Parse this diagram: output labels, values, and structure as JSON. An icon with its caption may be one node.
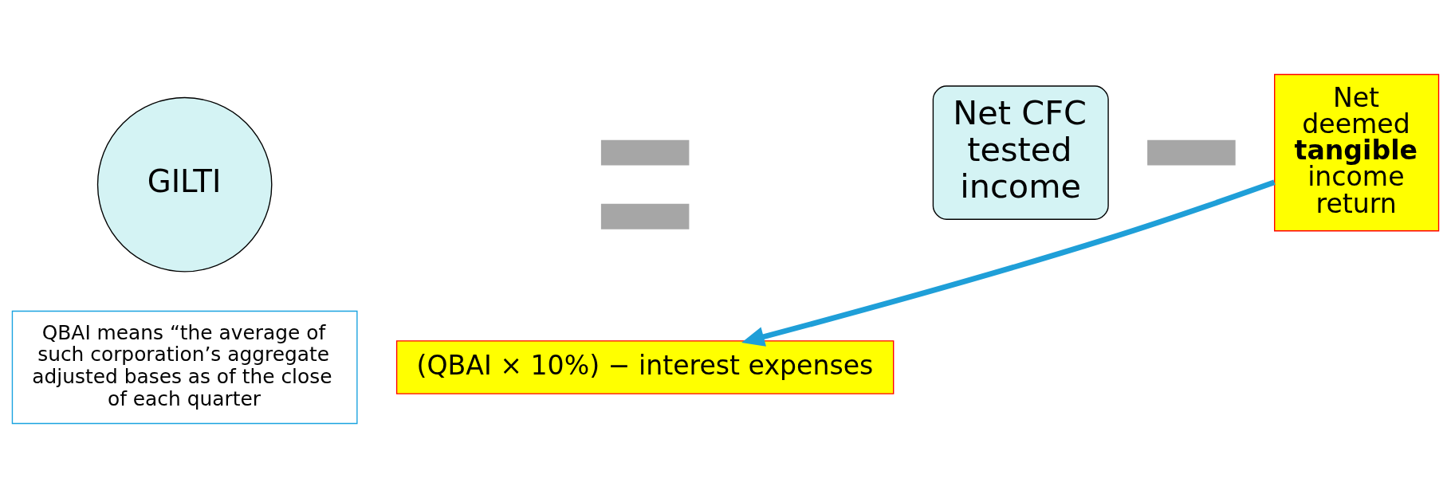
{
  "diagram": {
    "nodes": [
      {
        "text": [
          "GILTI"
        ]
      },
      {
        "text": [],
        "shape": "bar"
      },
      {
        "text": [],
        "shape": "bar"
      },
      {
        "text": [
          "Net CFC tested income"
        ]
      },
      {
        "text": [],
        "shape": "bar"
      },
      {
        "text": [
          "Net deemed **tangible** income return"
        ]
      },
      {
        "text": [
          "QBAI means “the average of such corporation’s aggregate adjusted bases as of the close of each quarter"
        ]
      },
      {
        "text": [
          "(QBAI × 10%) − interest expenses"
        ]
      }
    ],
    "edges": [
      {
        "from": 5,
        "to": 7,
        "arrow": "to",
        "color": "#1f9fd8"
      }
    ]
  }
}
